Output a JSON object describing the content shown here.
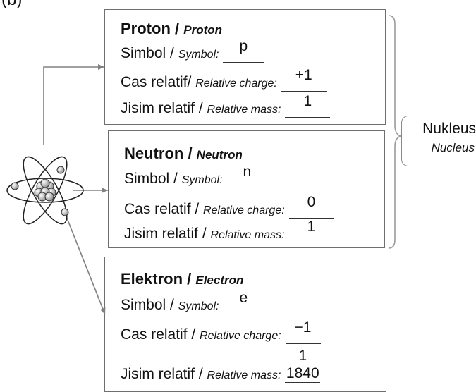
{
  "header": {
    "label": "(b)"
  },
  "proton": {
    "title": "Proton",
    "title_en": "Proton",
    "symbol_label": "Simbol / ",
    "symbol_label_en": "Symbol:",
    "symbol": "p",
    "charge_label": "Cas relatif/ ",
    "charge_label_en": "Relative charge:",
    "charge": "+1",
    "mass_label": "Jisim relatif / ",
    "mass_label_en": "Relative mass:",
    "mass": "1"
  },
  "neutron": {
    "title": "Neutron",
    "title_en": "Neutron",
    "symbol_label": "Simbol / ",
    "symbol_label_en": "Symbol:",
    "symbol": "n",
    "charge_label": "Cas relatif / ",
    "charge_label_en": "Relative charge:",
    "charge": "0",
    "mass_label": "Jisim relatif / ",
    "mass_label_en": "Relative mass:",
    "mass": "1"
  },
  "electron": {
    "title": "Elektron",
    "title_en": "Electron",
    "symbol_label": "Simbol / ",
    "symbol_label_en": "Symbol:",
    "symbol": "e",
    "charge_label": "Cas relatif / ",
    "charge_label_en": "Relative charge:",
    "charge": "−1",
    "mass_label": "Jisim relatif / ",
    "mass_label_en": "Relative mass:",
    "mass_numerator": "1",
    "mass_denominator": "1840"
  },
  "nucleus": {
    "label": "Nukleus",
    "label_en": "Nucleus"
  },
  "colors": {
    "border": "#6f6f6f",
    "arrow": "#808080",
    "sphere_light": "#e6e6e6",
    "sphere_dark": "#777777"
  }
}
